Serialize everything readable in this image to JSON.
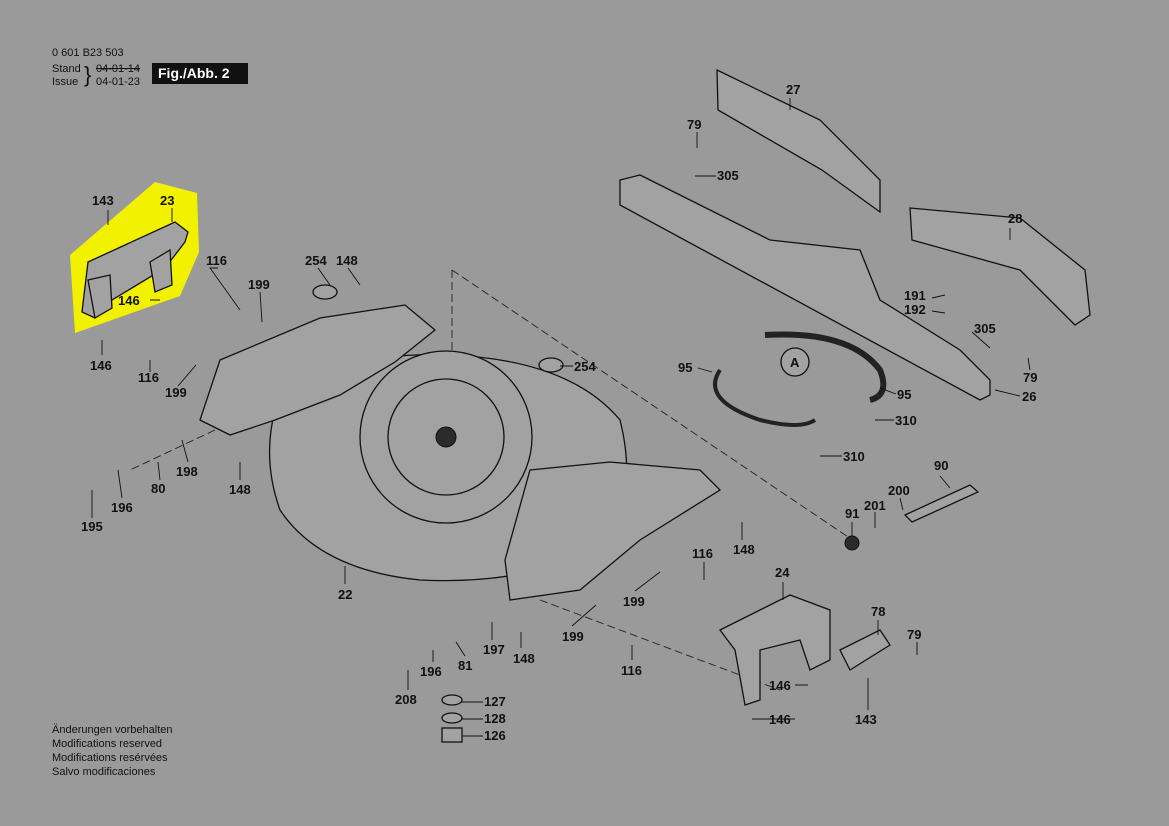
{
  "header": {
    "part_number": "0 601 B23 503",
    "stand_label": "Stand",
    "issue_label": "Issue",
    "stand_date": "04-01-14",
    "issue_date": "04-01-23",
    "figure": "Fig./Abb. 2"
  },
  "notes": [
    "Änderungen vorbehalten",
    "Modifications reserved",
    "Modifications resérvées",
    "Salvo modificaciones"
  ],
  "callouts": {
    "c23": "23",
    "c143a": "143",
    "c146a": "146",
    "c146b": "146",
    "c116a": "116",
    "c116b": "116",
    "c199a": "199",
    "c199b": "199",
    "c254a": "254",
    "c148a": "148",
    "c254b": "254",
    "c79a": "79",
    "c305a": "305",
    "c27": "27",
    "c28": "28",
    "c191": "191",
    "c192": "192",
    "c305b": "305",
    "c79b": "79",
    "c26": "26",
    "c95a": "95",
    "cA": "A",
    "c95b": "95",
    "c310a": "310",
    "c310b": "310",
    "c198": "198",
    "c80": "80",
    "c196a": "196",
    "c195": "195",
    "c148b": "148",
    "c22": "22",
    "c90": "90",
    "c200": "200",
    "c201": "201",
    "c91": "91",
    "c148c": "148",
    "c116c": "116",
    "c199c": "199",
    "c199d": "199",
    "c116d": "116",
    "c24": "24",
    "c78": "78",
    "c79c": "79",
    "c146c": "146",
    "c146d": "146",
    "c143b": "143",
    "c197": "197",
    "c148d": "148",
    "c81": "81",
    "c196b": "196",
    "c208": "208",
    "c127": "127",
    "c128": "128",
    "c126": "126"
  },
  "colors": {
    "background": "#9a9a9a",
    "highlight": "#f2f200",
    "ink": "#111111"
  }
}
